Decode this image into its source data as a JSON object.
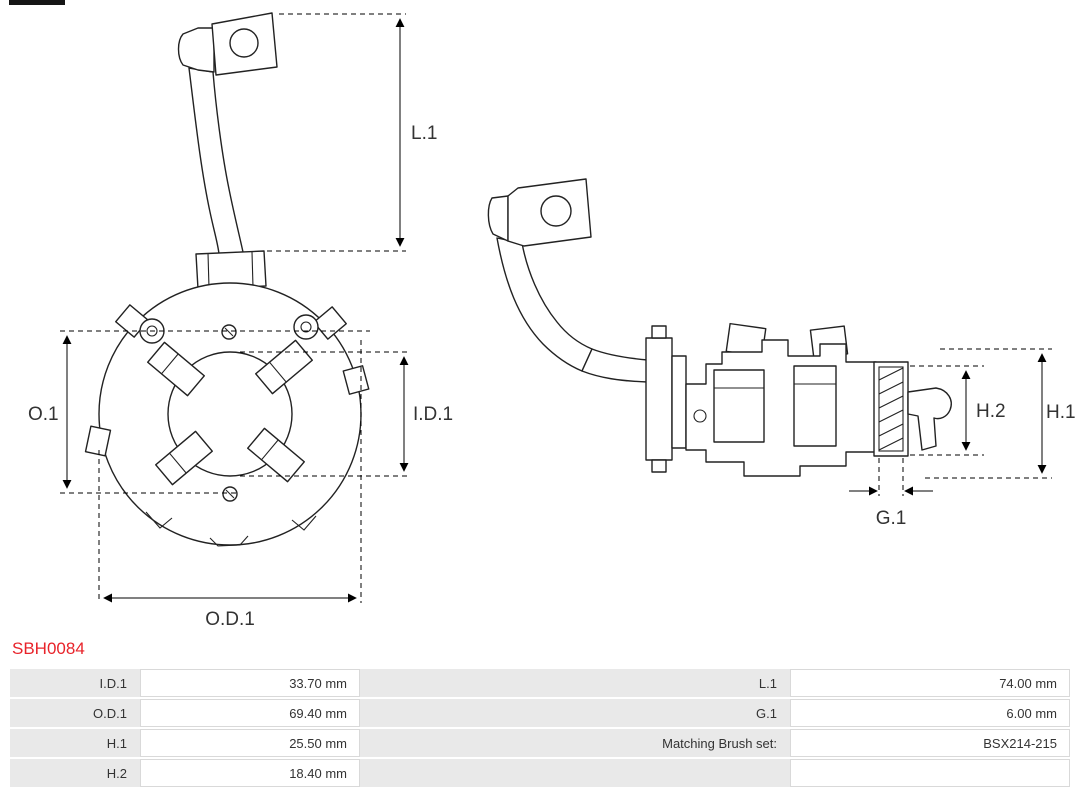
{
  "page": {
    "part_number": "SBH0084"
  },
  "colors": {
    "part_number_red": "#e8232a",
    "table_label_bg": "#e9e9e9",
    "table_value_border": "#d9d9d9",
    "drawing_stroke": "#222222",
    "dimension_label": "#333333"
  },
  "diagram": {
    "front_view": {
      "labels": {
        "length": "L.1",
        "offset": "O.1",
        "inner_diameter": "I.D.1",
        "outer_diameter": "O.D.1"
      }
    },
    "side_view": {
      "labels": {
        "height_2": "H.2",
        "height_1": "H.1",
        "gap": "G.1"
      }
    }
  },
  "table": {
    "rows": [
      {
        "label1": "I.D.1",
        "value1": "33.70 mm",
        "label2": "L.1",
        "value2": "74.00 mm"
      },
      {
        "label1": "O.D.1",
        "value1": "69.40 mm",
        "label2": "G.1",
        "value2": "6.00 mm"
      },
      {
        "label1": "H.1",
        "value1": "25.50 mm",
        "label2": "Matching Brush set:",
        "value2": "BSX214-215"
      },
      {
        "label1": "H.2",
        "value1": "18.40 mm",
        "label2": "",
        "value2": ""
      }
    ]
  }
}
